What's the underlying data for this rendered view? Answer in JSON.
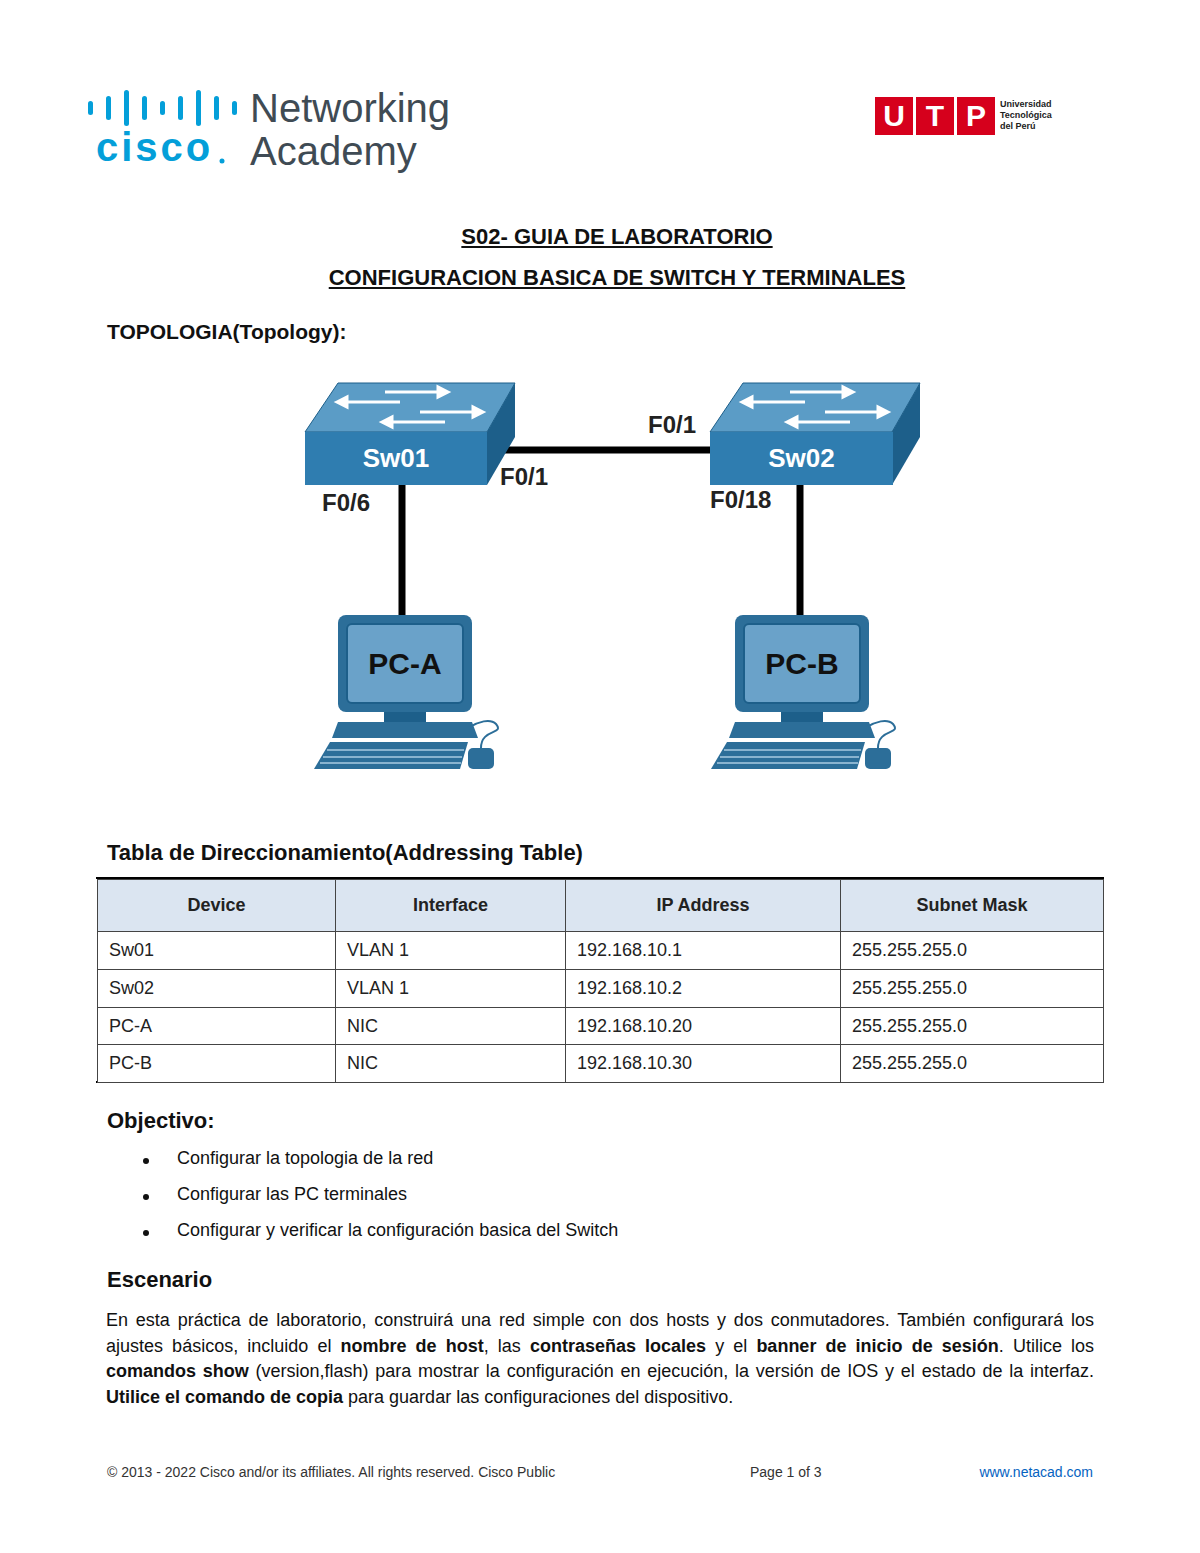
{
  "diagram": {
    "title": "S02- GUIA DE LABORATORIO",
    "nodes": [
      {
        "text": [
          "Sw01"
        ]
      },
      {
        "text": [
          "Sw02"
        ]
      },
      {
        "text": [
          "PC-A"
        ]
      },
      {
        "text": [
          "PC-B"
        ]
      }
    ],
    "edges": [
      {
        "from": 0,
        "to": 1,
        "arrow": "none"
      },
      {
        "from": 0,
        "to": 2,
        "arrow": "none"
      },
      {
        "from": 1,
        "to": 3,
        "arrow": "none"
      }
    ],
    "labels": [
      "Networking",
      "Academy",
      "cisco",
      "U",
      "T",
      "P",
      "Universidad Tecnológica del Perú",
      "CONFIGURACION BASICA DE SWITCH Y TERMINALES",
      "TOPOLOGIA(Topology):",
      "F0/1",
      "F0/1",
      "F0/6",
      "F0/18",
      "Tabla de Direccionamiento(Addressing Table)",
      "Device",
      "Interface",
      "IP Address",
      "Subnet Mask",
      "Sw01",
      "VLAN 1",
      "192.168.10.1",
      "255.255.255.0",
      "Sw02",
      "VLAN 1",
      "192.168.10.2",
      "255.255.255.0",
      "PC-A",
      "NIC",
      "192.168.10.20",
      "255.255.255.0",
      "PC-B",
      "NIC",
      "192.168.10.30",
      "255.255.255.0",
      "Objectivo:",
      "Configurar la topologia de la red",
      "Configurar las PC terminales",
      "Configurar y verificar la configuración basica del Switch",
      "Escenario",
      "En esta práctica de laboratorio, construirá una red simple con dos hosts y dos conmutadores. También configurará los ajustes básicos, incluido el ",
      "nombre de host",
      ", las ",
      "contraseñas locales",
      " y el ",
      "banner de inicio de sesión",
      ". Utilice los ",
      "comandos show",
      " (version,flash) para mostrar la configuración en ejecución, la versión de IOS y el estado de la interfaz. ",
      "Utilice el comando de copia",
      " para guardar las configuraciones del dispositivo.",
      "© 2013 - 2022 Cisco and/or its affiliates. All rights reserved. Cisco Public",
      "Page 1 of 3",
      "www.netacad.com"
    ]
  }
}
